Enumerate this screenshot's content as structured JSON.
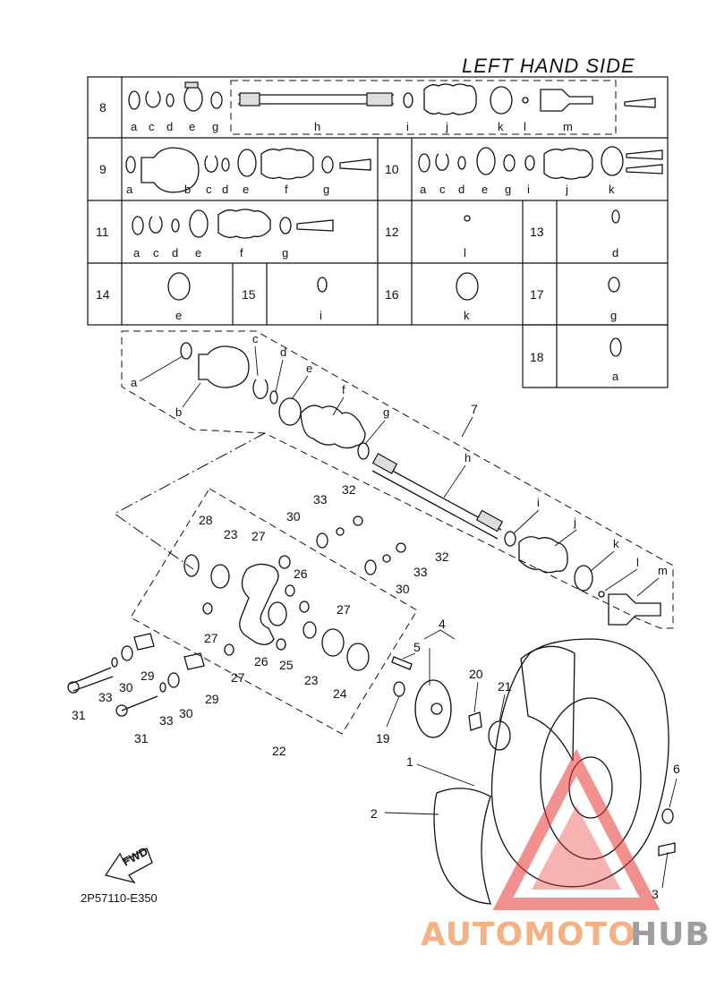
{
  "header": {
    "title": "LEFT HAND SIDE"
  },
  "table": {
    "rows": [
      {
        "num": "8",
        "letters": [
          "a",
          "c",
          "d",
          "e",
          "g",
          "h",
          "i",
          "j",
          "k",
          "l",
          "m"
        ]
      },
      {
        "num": "9",
        "letters": [
          "a",
          "b",
          "c",
          "d",
          "e",
          "f",
          "g"
        ]
      },
      {
        "num": "10",
        "letters": [
          "a",
          "c",
          "d",
          "e",
          "g",
          "i",
          "j",
          "k"
        ]
      },
      {
        "num": "11",
        "letters": [
          "a",
          "c",
          "d",
          "e",
          "f",
          "g"
        ]
      },
      {
        "num": "12",
        "letters": [
          "l"
        ]
      },
      {
        "num": "13",
        "letters": [
          "d"
        ]
      },
      {
        "num": "14",
        "letters": [
          "e"
        ]
      },
      {
        "num": "15",
        "letters": [
          "i"
        ]
      },
      {
        "num": "16",
        "letters": [
          "k"
        ]
      },
      {
        "num": "17",
        "letters": [
          "g"
        ]
      },
      {
        "num": "18",
        "letters": [
          "a"
        ]
      }
    ]
  },
  "diagram": {
    "shaft_letters": [
      "a",
      "b",
      "c",
      "d",
      "e",
      "f",
      "g",
      "h",
      "i",
      "j",
      "k",
      "l",
      "m"
    ],
    "assembly_label": "7",
    "part_numbers": [
      "1",
      "2",
      "3",
      "4",
      "5",
      "6",
      "19",
      "20",
      "21",
      "22",
      "23",
      "24",
      "25",
      "26",
      "27",
      "28",
      "29",
      "30",
      "31",
      "32",
      "33"
    ]
  },
  "footer": {
    "fwd_label": "FWD",
    "drawing_code": "2P57110-E350"
  },
  "watermark": {
    "text_part1": "AUTOMOTO",
    "text_part2": "HUB",
    "color_part1": "#f4b183",
    "color_part2": "#9e9e9e",
    "triangle_color": "#e53935"
  }
}
